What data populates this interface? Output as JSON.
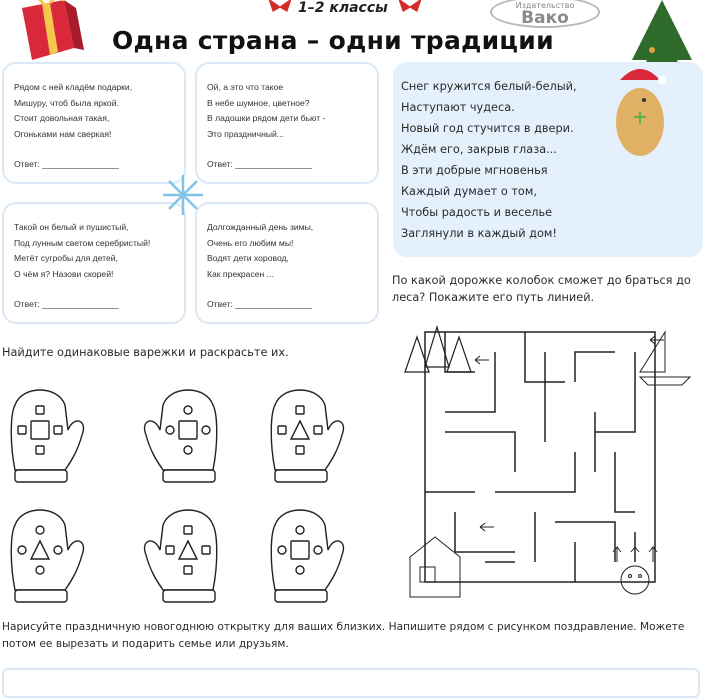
{
  "header": {
    "grade": "1–2 классы",
    "title": "Одна страна – одни традиции",
    "logo": {
      "publisher": "Издательство",
      "name": "Вако"
    }
  },
  "riddles": [
    {
      "lines": [
        "Рядом с ней кладём подарки,",
        "Мишуру, чтоб была яркой.",
        "Стоит довольная такая,",
        "Огоньками нам сверкая!"
      ],
      "answer_label": "Ответ: ________________"
    },
    {
      "lines": [
        "Ой, а это что такое",
        "В небе шумное, цветное?",
        "В ладошки рядом дети бьют -",
        "Это праздничный..."
      ],
      "answer_label": "Ответ: ________________"
    },
    {
      "lines": [
        "Такой он белый и пушистый,",
        "Под лунным светом серебристый!",
        "Метёт сугробы для детей,",
        "О чём я? Назови скорей!"
      ],
      "answer_label": "Ответ: ________________"
    },
    {
      "lines": [
        "Долгожданный день зимы,",
        "Очень его любим мы!",
        "Водят дети хоровод,",
        "Как прекрасен ..."
      ],
      "answer_label": "Ответ: ________________"
    }
  ],
  "poem": {
    "lines": [
      "Снег кружится белый-белый,",
      "Наступают чудеса.",
      "Новый год стучится в двери.",
      "Ждём его, закрыв глаза...",
      "В эти добрые мгновенья",
      "Каждый думает о том,",
      "Чтобы радость и веселье",
      "Заглянули в каждый дом!"
    ]
  },
  "maze": {
    "instruction": "По какой дорожке колобок сможет до браться до леса? Покажите его путь линией."
  },
  "mittens": {
    "instruction": "Найдите одинаковые варежки и раскрасьте их.",
    "items": [
      {
        "thumb": "right",
        "center": "square",
        "side": "square"
      },
      {
        "thumb": "left",
        "center": "square",
        "side": "circle"
      },
      {
        "thumb": "right",
        "center": "triangle",
        "side": "square"
      },
      {
        "thumb": "right",
        "center": "triangle",
        "side": "circle"
      },
      {
        "thumb": "left",
        "center": "triangle",
        "side": "square"
      },
      {
        "thumb": "right",
        "center": "square",
        "side": "circle"
      }
    ]
  },
  "card": {
    "instruction": "Нарисуйте праздничную новогоднюю открытку для ваших близких. Напишите рядом с рисунком поздравление. Можете потом ее вырезать и подарить семье или друзьям."
  },
  "colors": {
    "box_border": "#dbe9f6",
    "poem_bg": "#e4f0fb",
    "gift_red": "#d9283a",
    "tree_green": "#2e6b2a"
  }
}
